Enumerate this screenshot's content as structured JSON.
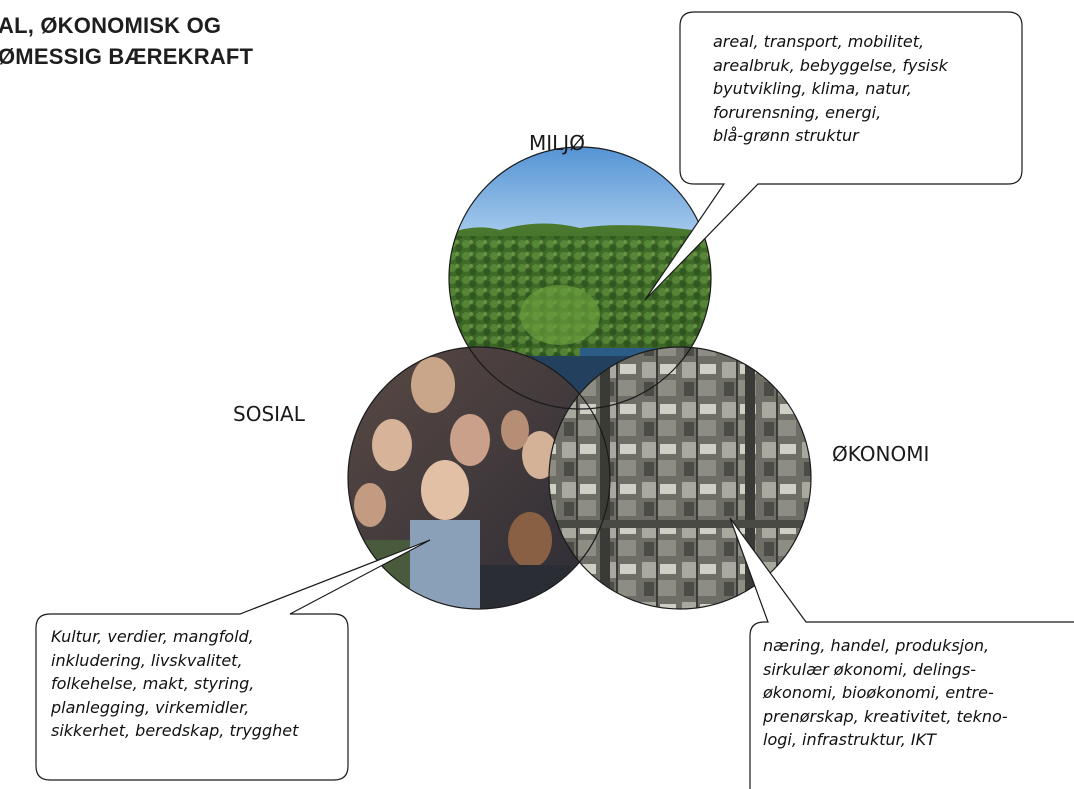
{
  "title": {
    "line1": "AL, ØKONOMISK OG",
    "line2": "ØMESSIG BÆREKRAFT"
  },
  "circles": {
    "miljo": {
      "label": "MILJØ",
      "image": "forest-lake-photo"
    },
    "sosial": {
      "label": "SOSIAL",
      "image": "crowd-of-people-photo"
    },
    "okonomi": {
      "label": "ØKONOMI",
      "image": "aerial-city-photo"
    }
  },
  "callouts": {
    "miljo": {
      "lines": [
        "areal, transport, mobilitet,",
        "arealbruk, bebyggelse, fysisk",
        "byutvikling, klima, natur,",
        "forurensning, energi,",
        "blå-grønn struktur"
      ]
    },
    "sosial": {
      "lines": [
        "Kultur, verdier, mangfold,",
        "inkludering, livskvalitet,",
        "folkehelse, makt, styring,",
        "planlegging, virkemidler,",
        "sikkerhet, beredskap, trygghet"
      ]
    },
    "okonomi": {
      "lines": [
        "næring, handel, produksjon,",
        "sirkulær økonomi, delings-",
        "økonomi, bioøkonomi, entre-",
        "prenørskap, kreativitet, tekno-",
        "logi, infrastruktur, IKT"
      ]
    }
  },
  "colors": {
    "outline": "#1a1a1a",
    "forest": "#3f6a2a",
    "sky": "#5a9ad6",
    "water": "#2a5c86",
    "city": "#7a7a72"
  }
}
